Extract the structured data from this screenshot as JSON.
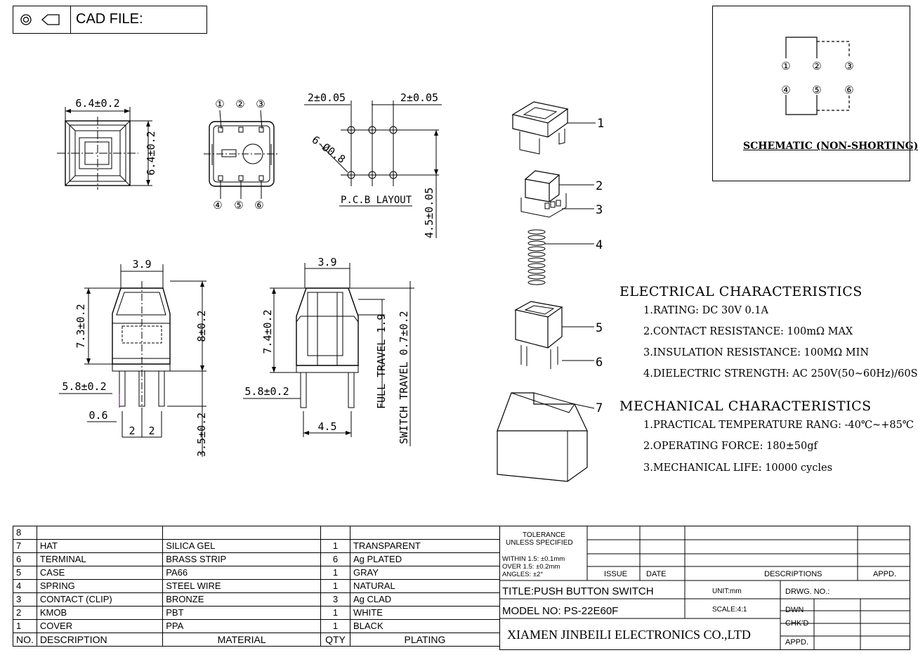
{
  "header": {
    "symbols": "◎",
    "cad_label": "CAD FILE:"
  },
  "schematic": {
    "pins_top": [
      "①",
      "②",
      "③"
    ],
    "pins_bottom": [
      "④",
      "⑤",
      "⑥"
    ],
    "title": "SCHEMATIC (NON-SHORTING)"
  },
  "views": {
    "top_width": "6.4±0.2",
    "top_height": "6.4±0.2",
    "pin_labels_top": [
      "①",
      "②",
      "③"
    ],
    "pin_labels_bottom": [
      "④",
      "⑤",
      "⑥"
    ],
    "pcb_spacing_left": "2±0.05",
    "pcb_spacing_right": "2±0.05",
    "pcb_holes": "6-Ø0.8",
    "pcb_row": "4.5±0.05",
    "pcb_title": "P.C.B LAYOUT",
    "front_width": "3.9",
    "front_body": "7.3±0.2",
    "front_total": "8±0.2",
    "front_base": "5.8±0.2",
    "front_pin": "0.6",
    "front_pitch_a": "2",
    "front_pitch_b": "2",
    "front_leg": "3.5±0.2",
    "side_width": "3.9",
    "side_body": "7.4±0.2",
    "side_base": "5.8±0.2",
    "side_pitch": "4.5",
    "full_travel": "FULL TRAVEL 1.9",
    "switch_travel": "SWITCH TRAVEL 0.7±0.2"
  },
  "exploded_labels": [
    "1",
    "2",
    "3",
    "4",
    "5",
    "6",
    "7"
  ],
  "electrical": {
    "title": "ELECTRICAL CHARACTERISTICS",
    "items": [
      "1.RATING: DC 30V 0.1A",
      "2.CONTACT RESISTANCE: 100mΩ MAX",
      "3.INSULATION RESISTANCE: 100MΩ MIN",
      "4.DIELECTRIC STRENGTH: AC 250V(50~60Hz)/60S"
    ]
  },
  "mechanical": {
    "title": "MECHANICAL CHARACTERISTICS",
    "items": [
      "1.PRACTICAL TEMPERATURE RANG: -40℃~+85℃",
      "2.OPERATING FORCE: 180±50gf",
      "3.MECHANICAL LIFE: 10000 cycles"
    ]
  },
  "bom": {
    "rows": [
      {
        "no": "8",
        "desc": "",
        "material": "",
        "qty": "",
        "plating": ""
      },
      {
        "no": "7",
        "desc": "HAT",
        "material": "SILICA GEL",
        "qty": "1",
        "plating": "TRANSPARENT"
      },
      {
        "no": "6",
        "desc": "TERMINAL",
        "material": "BRASS STRIP",
        "qty": "6",
        "plating": "Ag PLATED"
      },
      {
        "no": "5",
        "desc": "CASE",
        "material": "PA66",
        "qty": "1",
        "plating": "GRAY"
      },
      {
        "no": "4",
        "desc": "SPRING",
        "material": "STEEL WIRE",
        "qty": "1",
        "plating": "NATURAL"
      },
      {
        "no": "3",
        "desc": "CONTACT (CLIP)",
        "material": "BRONZE",
        "qty": "3",
        "plating": "Ag CLAD"
      },
      {
        "no": "2",
        "desc": "KMOB",
        "material": "PBT",
        "qty": "1",
        "plating": "WHITE"
      },
      {
        "no": "1",
        "desc": "COVER",
        "material": "PPA",
        "qty": "1",
        "plating": "BLACK"
      }
    ],
    "headers": {
      "no": "NO.",
      "desc": "DESCRIPTION",
      "material": "MATERIAL",
      "qty": "QTY",
      "plating": "PLATING"
    }
  },
  "title_block": {
    "tolerance_1": "TOLERANCE",
    "tolerance_2": "UNLESS SPECIFIED",
    "within": "WITHIN 1.5: ±0.1mm",
    "over": "OVER 1.5: ±0.2mm",
    "angles": "ANGLES: ±2°",
    "issue": "ISSUE",
    "date": "DATE",
    "descriptions": "DESCRIPTIONS",
    "appd": "APPD.",
    "title": "TITLE:PUSH BUTTON SWITCH",
    "unit": "UNIT:mm",
    "drwg_no": "DRWG. NO.:",
    "model": "MODEL NO: PS-22E60F",
    "scale": "SCALE:4:1",
    "dwn": "DWN",
    "chkd": "CHK'D",
    "appd2": "APPD.",
    "company": "XIAMEN JINBEILI ELECTRONICS CO.,LTD"
  }
}
